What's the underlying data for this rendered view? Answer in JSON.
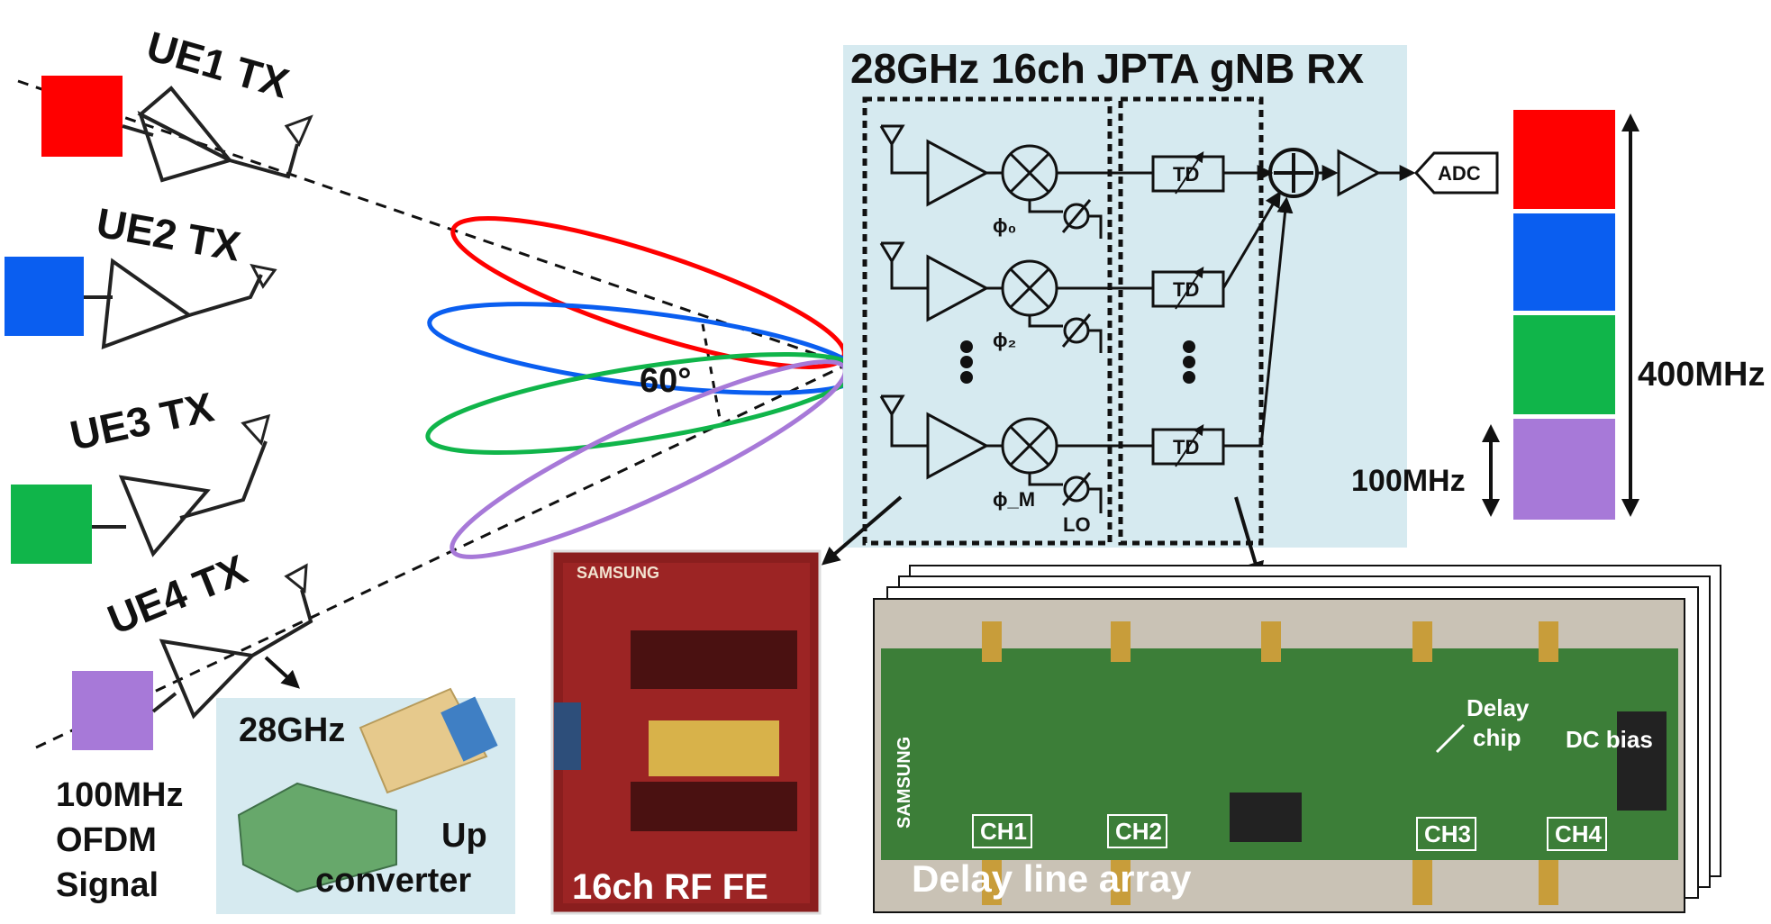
{
  "transmitters": [
    {
      "label": "UE1 TX",
      "color": "#ff0000"
    },
    {
      "label": "UE2 TX",
      "color": "#0a5ef0"
    },
    {
      "label": "UE3 TX",
      "color": "#10b54a"
    },
    {
      "label": "UE4 TX",
      "color": "#a779d8"
    }
  ],
  "beam_angle": "60°",
  "signal_label_lines": [
    "100MHz",
    "OFDM",
    "Signal"
  ],
  "upconverter": {
    "freq": "28GHz",
    "label_lines": [
      "Up",
      "converter"
    ]
  },
  "receiver": {
    "title": "28GHz 16ch JPTA gNB RX",
    "td_label": "TD",
    "adc_label": "ADC",
    "lo_label": "LO",
    "phase_labels": [
      "ϕ₀",
      "ϕ₂",
      "ϕ_M"
    ]
  },
  "spectrum": {
    "colors": [
      "#ff0000",
      "#0a5ef0",
      "#10b54a",
      "#a779d8"
    ],
    "total_bw": "400MHz",
    "channel_bw": "100MHz"
  },
  "rf_board": {
    "vendor": "SAMSUNG",
    "caption": "16ch RF FE"
  },
  "delay_board": {
    "caption": "Delay line array",
    "vendor": "SAMSUNG",
    "channels": [
      "CH1",
      "CH2",
      "CH3",
      "CH4"
    ],
    "chip_label_lines": [
      "Delay",
      "chip"
    ],
    "dc_label": "DC bias"
  }
}
